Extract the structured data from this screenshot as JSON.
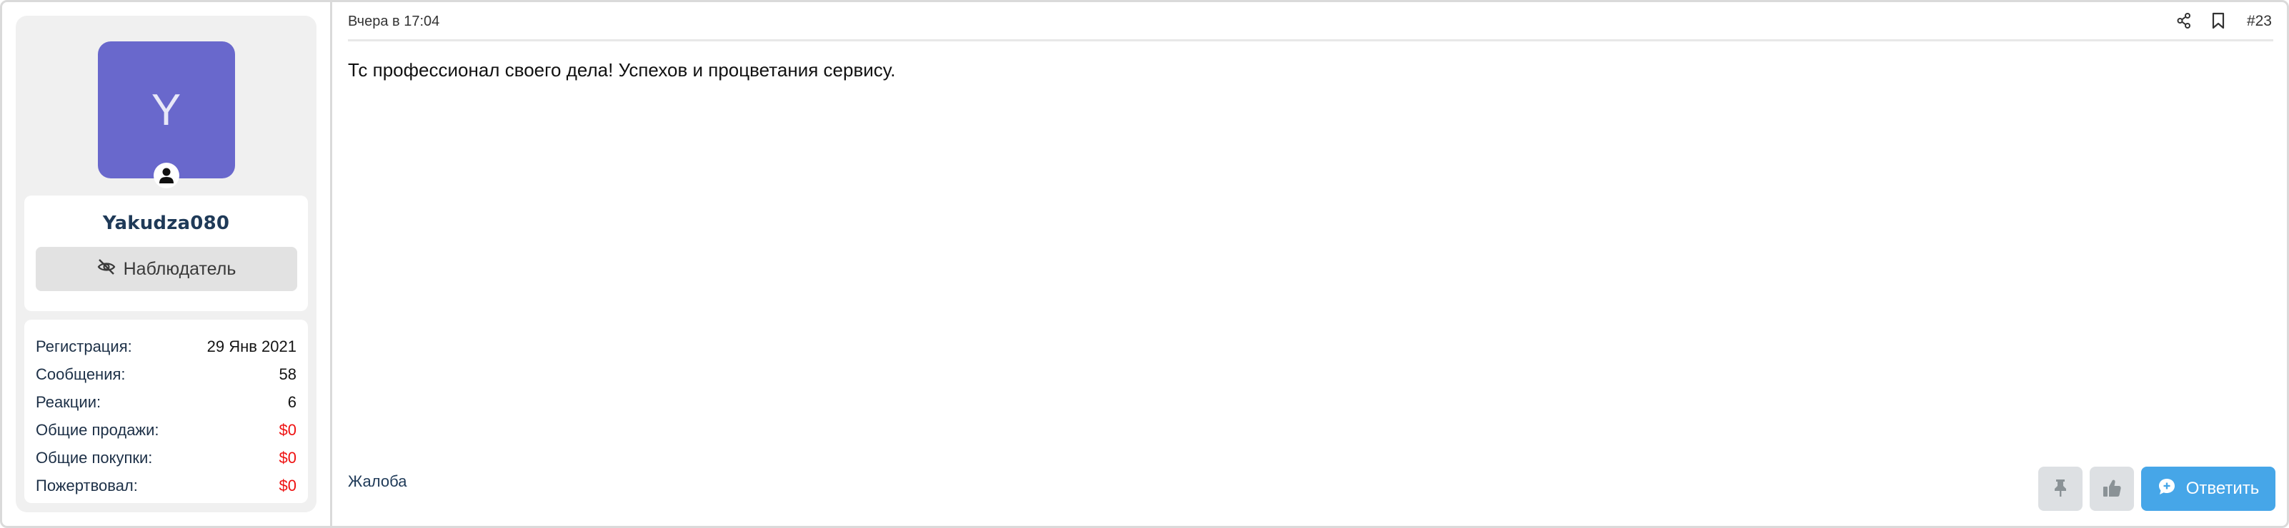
{
  "colors": {
    "avatar_bg": "#6968cc",
    "avatar_letter": "#e8e8f8",
    "username": "#1f3a58",
    "money_value": "#ee1111",
    "reply_button": "#46a6e8",
    "square_button": "#dde0e3"
  },
  "sidebar": {
    "avatar": {
      "letter": "Y",
      "badge_icon": "user-icon"
    },
    "username": "Yakudza080",
    "role_button": {
      "icon": "eye-slash-icon",
      "label": "Наблюдатель"
    },
    "stats": [
      {
        "label": "Регистрация:",
        "value": "29 Янв 2021",
        "money": false
      },
      {
        "label": "Сообщения:",
        "value": "58",
        "money": false
      },
      {
        "label": "Реакции:",
        "value": "6",
        "money": false
      },
      {
        "label": "Общие продажи:",
        "value": "$0",
        "money": true
      },
      {
        "label": "Общие покупки:",
        "value": "$0",
        "money": true
      },
      {
        "label": "Пожертвовал:",
        "value": "$0",
        "money": true
      }
    ]
  },
  "main": {
    "header": {
      "timestamp": "Вчера в 17:04",
      "share_icon": "share-icon",
      "bookmark_icon": "bookmark-icon",
      "post_number": "#23"
    },
    "message": "Тс профессионал своего дела! Успехов и процветания сервису.",
    "footer": {
      "report_label": "Жалоба",
      "pin_icon": "pin-icon",
      "like_icon": "thumbs-up-icon",
      "reply_icon": "comment-plus-icon",
      "reply_label": "Ответить"
    }
  }
}
